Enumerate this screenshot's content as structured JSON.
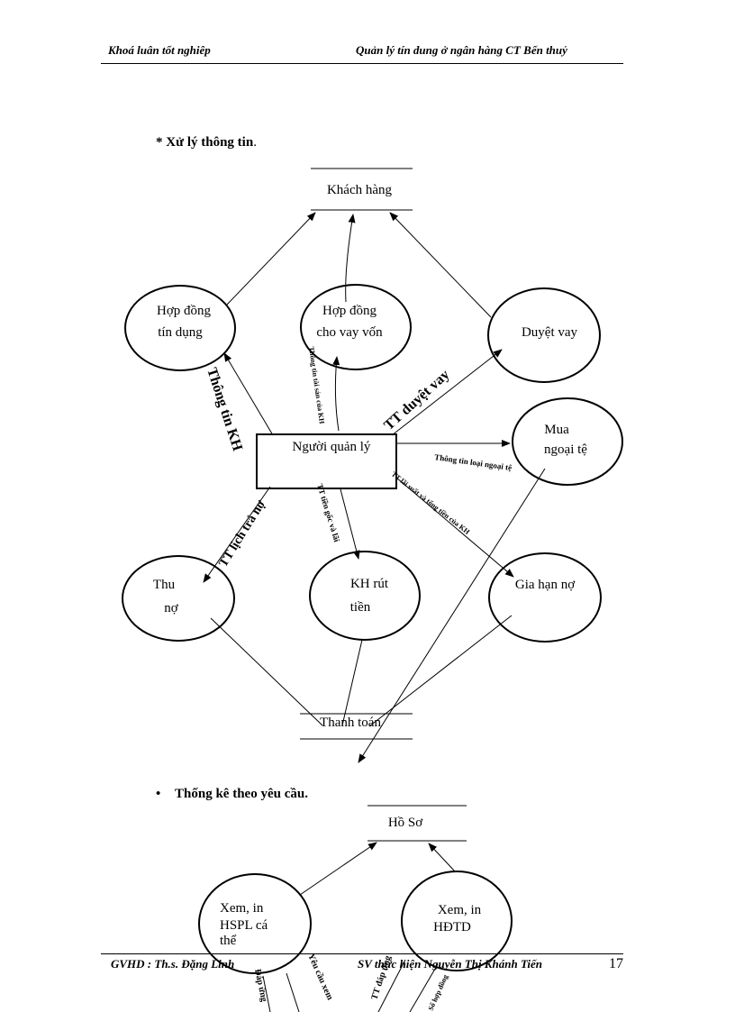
{
  "header": {
    "left": "Khoá luân tốt nghiêp",
    "right": "Quản lý tín dung ở ngân hàng CT Bến thuỷ"
  },
  "section1": {
    "star": "*",
    "title": "Xử lý thông tin",
    "dot": "."
  },
  "section2": {
    "bullet": "•",
    "title": "Thống kê theo yêu cầu."
  },
  "diagram1": {
    "stores": {
      "customer": "Khách hàng",
      "payment": "Thanh toán"
    },
    "processes": {
      "credit_l1": "Hợp đồng",
      "credit_l2": "tín dụng",
      "loan_l1": "Hợp đồng",
      "loan_l2": "cho vay vốn",
      "approve": "Duyệt vay",
      "fx_l1": "Mua",
      "fx_l2": "ngoại tệ",
      "collect_l1": "Thu",
      "collect_l2": "nợ",
      "withdraw_l1": "KH rút",
      "withdraw_l2": "tiền",
      "extend": "Gia hạn nợ"
    },
    "manager": "Người  quản lý",
    "flows": {
      "tt_kh": "Thông tin KH",
      "tt_tai_san": "Thông tin tài sản của KH",
      "tt_duyet_vay": "TT duyệt vay",
      "tt_ngoai_te": "Thông tin loại ngoại tệ",
      "tt_lai_suat": "TT lãi suất và tổng tiền của KH",
      "tt_lich_tra_no": "TT lịch trả nợ",
      "tt_tien_goc": "TT tiền gốc và lãi"
    }
  },
  "diagram2": {
    "store": "Hồ Sơ",
    "p1_l1": "Xem, in",
    "p1_l2": "HSPL cá",
    "p1_l3": "thể",
    "p2_l1": "Xem, in",
    "p2_l2": "HĐTD",
    "flows": {
      "f1": "Đáp ứng",
      "f2": "Yêu cầu xem",
      "f3": "TT đáp ứng",
      "f4": "Số hợp đồng"
    }
  },
  "footer": {
    "left": "GVHD : Th.s. Đặng       Linh",
    "right": "SV thực hiện     Nguyễn Thị Khánh Tiến",
    "page": "17"
  }
}
